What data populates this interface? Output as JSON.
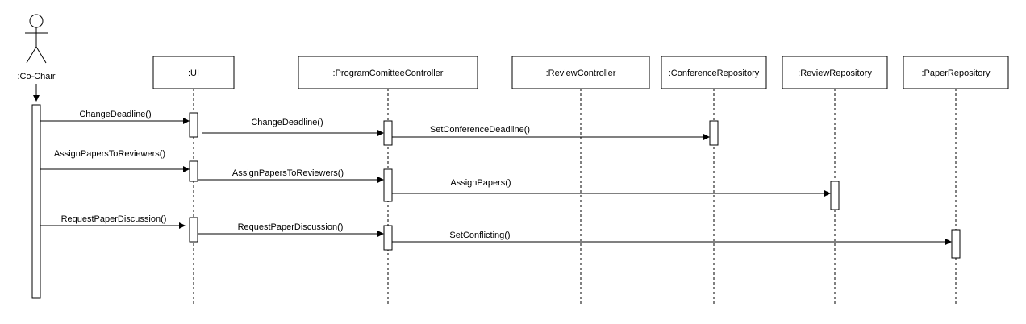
{
  "actor": {
    "label": ":Co-Chair"
  },
  "participants": [
    {
      "id": "ui",
      "label": ":UI"
    },
    {
      "id": "pcc",
      "label": ":ProgramComitteeController"
    },
    {
      "id": "rc",
      "label": ":ReviewController"
    },
    {
      "id": "confrepo",
      "label": ":ConferenceRepository"
    },
    {
      "id": "revrepo",
      "label": ":ReviewRepository"
    },
    {
      "id": "paprepo",
      "label": ":PaperRepository"
    }
  ],
  "messages": [
    {
      "id": "m1",
      "from": "Co-Chair",
      "to": ":UI",
      "label": "ChangeDeadline()"
    },
    {
      "id": "m2",
      "from": ":UI",
      "to": ":ProgramComitteeController",
      "label": "ChangeDeadline()"
    },
    {
      "id": "m3",
      "from": ":ProgramComitteeController",
      "to": ":ConferenceRepository",
      "label": "SetConferenceDeadline()"
    },
    {
      "id": "m4",
      "from": "Co-Chair",
      "to": ":UI",
      "label": "AssignPapersToReviewers()"
    },
    {
      "id": "m5",
      "from": ":UI",
      "to": ":ProgramComitteeController",
      "label": "AssignPapersToReviewers()"
    },
    {
      "id": "m6",
      "from": ":ProgramComitteeController",
      "to": ":ReviewRepository",
      "label": "AssignPapers()"
    },
    {
      "id": "m7",
      "from": "Co-Chair",
      "to": ":UI",
      "label": "RequestPaperDiscussion()"
    },
    {
      "id": "m8",
      "from": ":UI",
      "to": ":ProgramComitteeController",
      "label": "RequestPaperDiscussion()"
    },
    {
      "id": "m9",
      "from": ":ProgramComitteeController",
      "to": ":PaperRepository",
      "label": "SetConflicting()"
    }
  ]
}
